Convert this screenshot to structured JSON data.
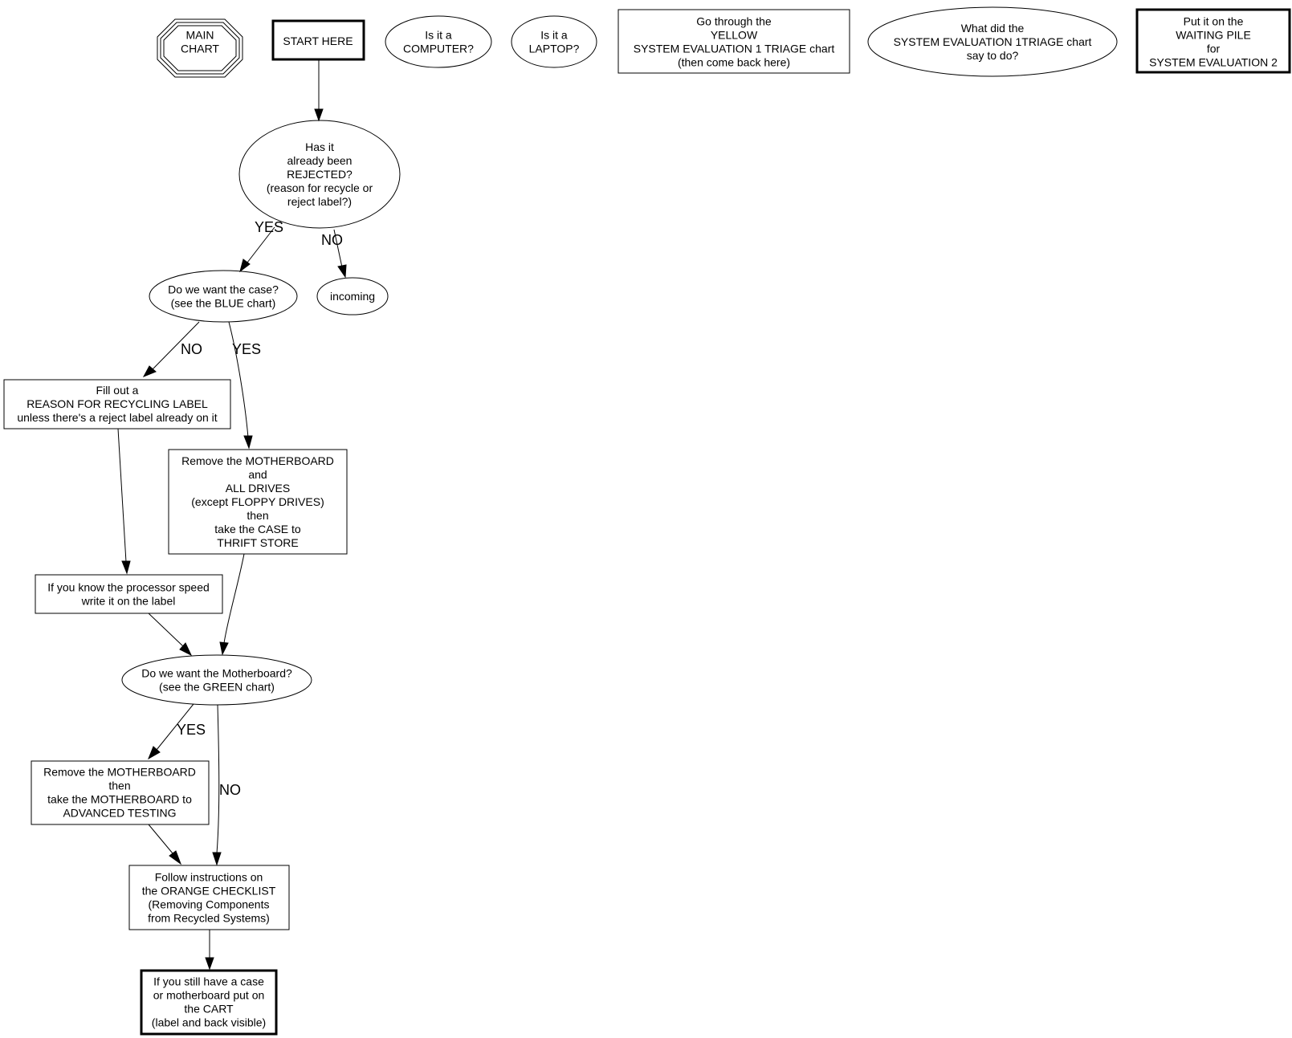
{
  "diagram": {
    "type": "flowchart",
    "nodes": {
      "main_chart": {
        "shape": "tripleoctagon",
        "lines": [
          "MAIN",
          "CHART"
        ]
      },
      "start_here": {
        "shape": "box-bold",
        "lines": [
          "START HERE"
        ]
      },
      "is_computer": {
        "shape": "ellipse",
        "lines": [
          "Is it a",
          "COMPUTER?"
        ]
      },
      "is_laptop": {
        "shape": "ellipse",
        "lines": [
          "Is it a",
          "LAPTOP?"
        ]
      },
      "yellow_chart": {
        "shape": "box",
        "lines": [
          "Go through the",
          "YELLOW",
          "SYSTEM EVALUATION 1 TRIAGE chart",
          "(then come back here)"
        ]
      },
      "what_did_triage_say": {
        "shape": "ellipse",
        "lines": [
          "What did the",
          "SYSTEM EVALUATION 1TRIAGE chart",
          "say to do?"
        ]
      },
      "waiting_pile": {
        "shape": "box-bold",
        "lines": [
          "Put it on the",
          "WAITING PILE",
          "for",
          "SYSTEM EVALUATION 2"
        ]
      },
      "already_rejected": {
        "shape": "ellipse",
        "lines": [
          "Has it",
          "already been",
          "REJECTED?",
          "(reason for recycle or",
          "reject label?)"
        ]
      },
      "want_case": {
        "shape": "ellipse",
        "lines": [
          "Do we want the case?",
          "(see the BLUE chart)"
        ]
      },
      "incoming": {
        "shape": "ellipse",
        "lines": [
          "incoming"
        ]
      },
      "fill_label": {
        "shape": "box",
        "lines": [
          "Fill out a",
          "REASON FOR RECYCLING LABEL",
          "unless there's a reject label already on it"
        ]
      },
      "remove_mb_drives": {
        "shape": "box",
        "lines": [
          "Remove the MOTHERBOARD",
          "and",
          "ALL DRIVES",
          "(except FLOPPY DRIVES)",
          "then",
          "take the CASE to",
          "THRIFT STORE"
        ]
      },
      "processor_speed": {
        "shape": "box",
        "lines": [
          "If you know the processor speed",
          "write it on the label"
        ]
      },
      "want_mb": {
        "shape": "ellipse",
        "lines": [
          "Do we want the Motherboard?",
          "(see the GREEN chart)"
        ]
      },
      "remove_mb_testing": {
        "shape": "box",
        "lines": [
          "Remove the MOTHERBOARD",
          "then",
          "take the MOTHERBOARD to",
          "ADVANCED TESTING"
        ]
      },
      "orange_checklist": {
        "shape": "box",
        "lines": [
          "Follow instructions on",
          "the ORANGE CHECKLIST",
          "(Removing Components",
          "from Recycled Systems)"
        ]
      },
      "cart": {
        "shape": "box-bold",
        "lines": [
          "If you still have a case",
          "or motherboard put on",
          "the CART",
          "(label and back visible)"
        ]
      }
    },
    "edges": [
      {
        "from": "start_here",
        "to": "already_rejected",
        "label": ""
      },
      {
        "from": "already_rejected",
        "to": "want_case",
        "label": "YES"
      },
      {
        "from": "already_rejected",
        "to": "incoming",
        "label": "NO"
      },
      {
        "from": "want_case",
        "to": "fill_label",
        "label": "NO"
      },
      {
        "from": "want_case",
        "to": "remove_mb_drives",
        "label": "YES"
      },
      {
        "from": "fill_label",
        "to": "processor_speed",
        "label": ""
      },
      {
        "from": "processor_speed",
        "to": "want_mb",
        "label": ""
      },
      {
        "from": "remove_mb_drives",
        "to": "want_mb",
        "label": ""
      },
      {
        "from": "want_mb",
        "to": "remove_mb_testing",
        "label": "YES"
      },
      {
        "from": "want_mb",
        "to": "orange_checklist",
        "label": "NO"
      },
      {
        "from": "remove_mb_testing",
        "to": "orange_checklist",
        "label": ""
      },
      {
        "from": "orange_checklist",
        "to": "cart",
        "label": ""
      }
    ]
  }
}
